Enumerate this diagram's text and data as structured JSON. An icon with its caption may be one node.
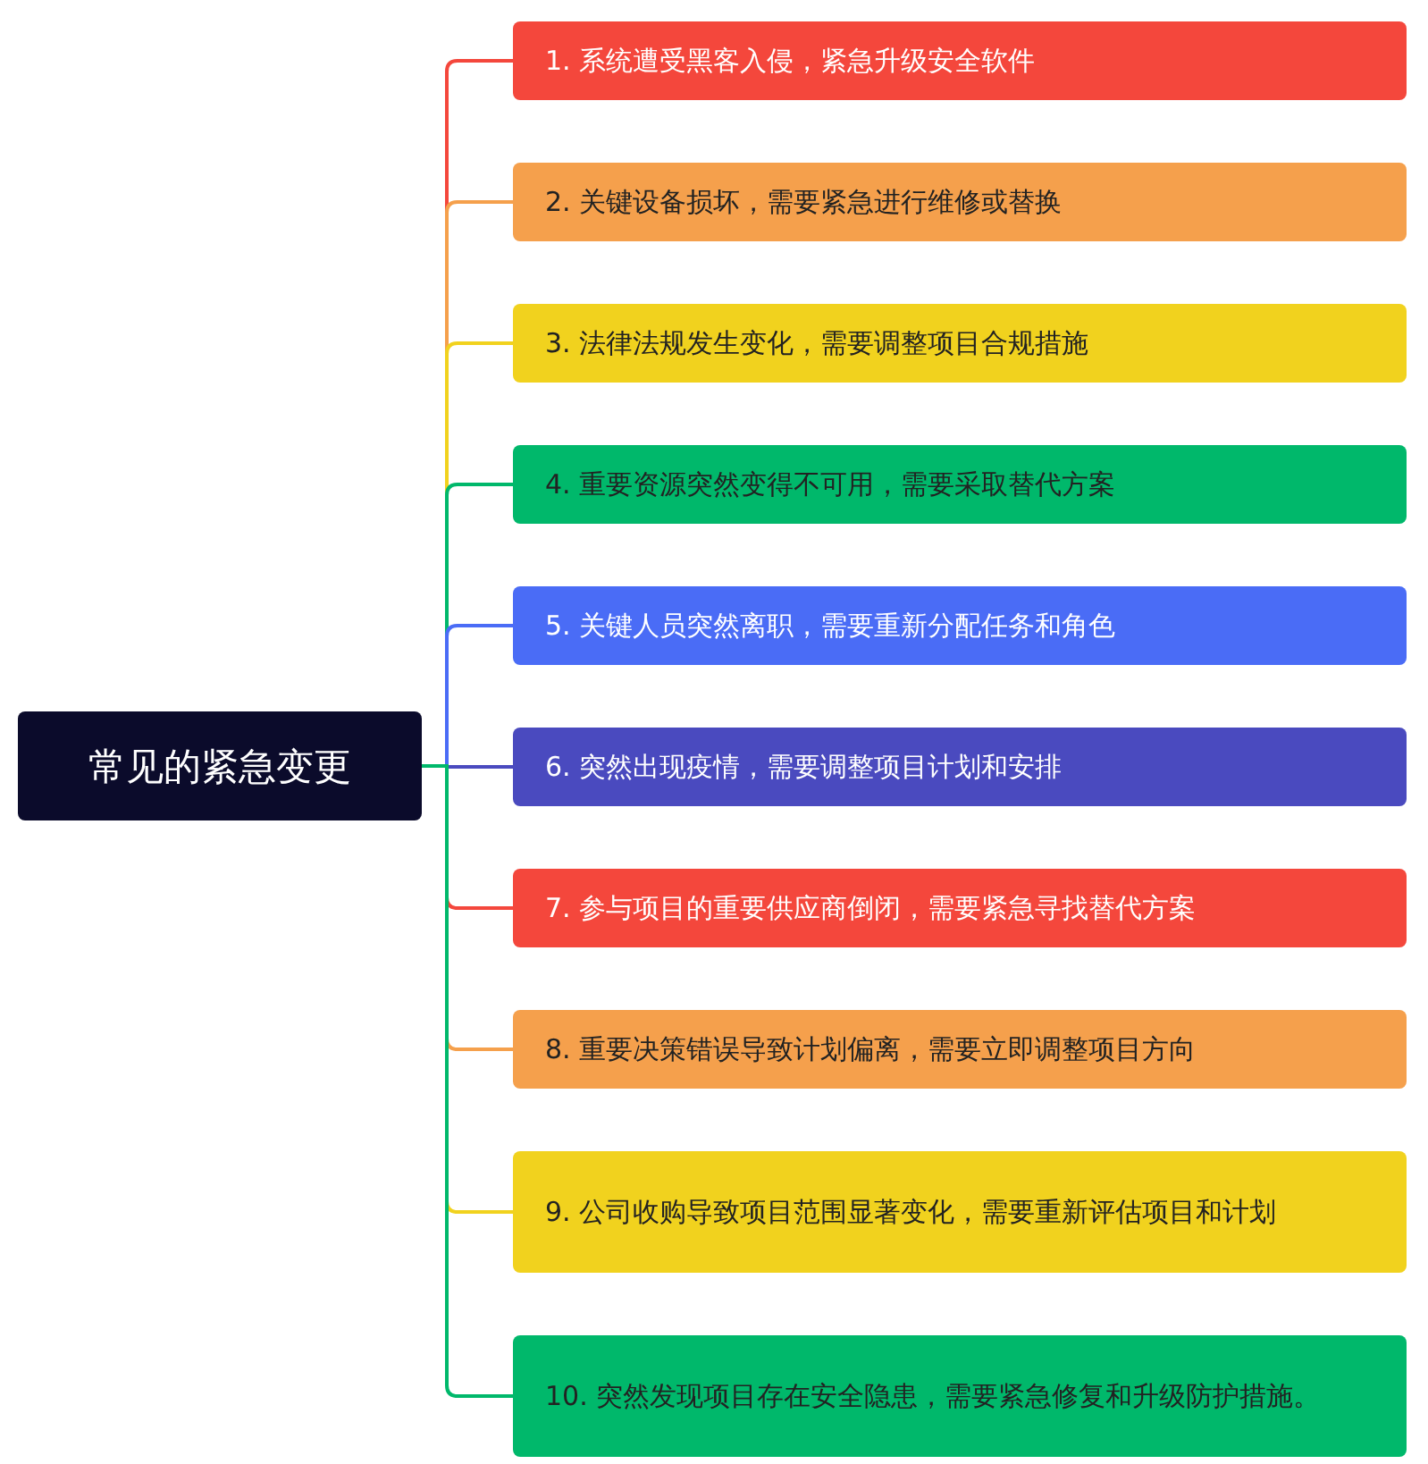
{
  "diagram": {
    "nodes": [
      {
        "text": [
          "常见的紧急变更"
        ]
      },
      {
        "text": [
          "1. 系统遭受黑客入侵，紧急升级安全软件"
        ]
      },
      {
        "text": [
          "2. 关键设备损坏，需要紧急进行维修或替换"
        ]
      },
      {
        "text": [
          "3. 法律法规发生变化，需要调整项目合规措施"
        ]
      },
      {
        "text": [
          "4. 重要资源突然变得不可用，需要采取替代方案"
        ]
      },
      {
        "text": [
          "5. 关键人员突然离职，需要重新分配任务和角色"
        ]
      },
      {
        "text": [
          "6. 突然出现疫情，需要调整项目计划和安排"
        ]
      },
      {
        "text": [
          "7. 参与项目的重要供应商倒闭，需要紧急寻找替代方案"
        ]
      },
      {
        "text": [
          "8. 重要决策错误导致计划偏离，需要立即调整项目方向"
        ]
      },
      {
        "text": [
          "9. 公司收购导致项目范围显著变化，需要重新评估项目和计划"
        ]
      },
      {
        "text": [
          "10. 突然发现项目存在安全隐患，需要紧急修复和升级防护措施。"
        ]
      }
    ],
    "edges": [
      {
        "from": 0,
        "to": 1,
        "arrow": "none",
        "color": "#f4473c"
      },
      {
        "from": 0,
        "to": 2,
        "arrow": "none",
        "color": "#f5a04c"
      },
      {
        "from": 0,
        "to": 3,
        "arrow": "none",
        "color": "#f1d21e"
      },
      {
        "from": 0,
        "to": 4,
        "arrow": "none",
        "color": "#00b86b"
      },
      {
        "from": 0,
        "to": 5,
        "arrow": "none",
        "color": "#4a6cf6"
      },
      {
        "from": 0,
        "to": 6,
        "arrow": "none",
        "color": "#4a4abf"
      },
      {
        "from": 0,
        "to": 7,
        "arrow": "none",
        "color": "#f4473c"
      },
      {
        "from": 0,
        "to": 8,
        "arrow": "none",
        "color": "#f5a04c"
      },
      {
        "from": 0,
        "to": 9,
        "arrow": "none",
        "color": "#f1d21e"
      },
      {
        "from": 0,
        "to": 10,
        "arrow": "none",
        "color": "#00b86b"
      }
    ]
  }
}
